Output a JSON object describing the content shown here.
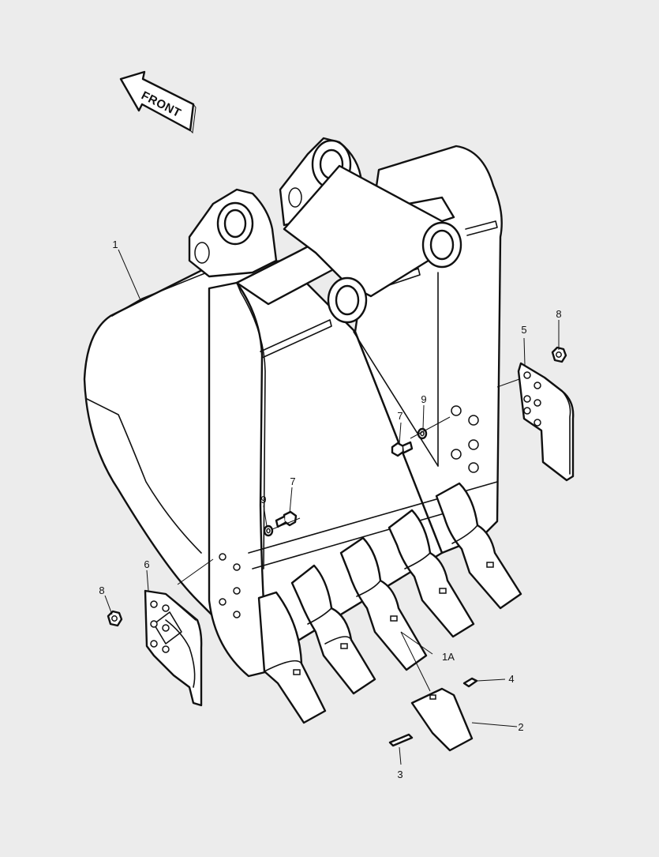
{
  "direction_label": "FRONT",
  "callouts": {
    "c1": "1",
    "c1a": "1A",
    "c2": "2",
    "c3": "3",
    "c4": "4",
    "c5": "5",
    "c6": "6",
    "c7a": "7",
    "c7b": "7",
    "c8a": "8",
    "c8b": "8",
    "c9a": "9",
    "c9b": "9"
  }
}
